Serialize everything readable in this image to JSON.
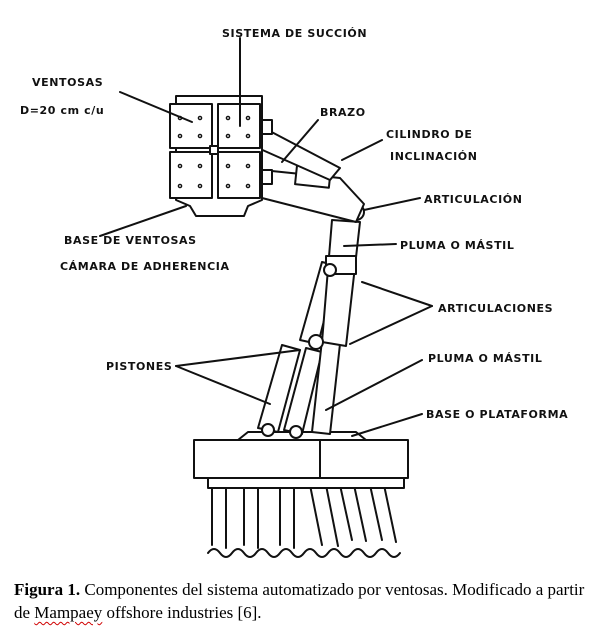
{
  "labels": {
    "suction_system": "SISTEMA DE SUCCIÓN",
    "suction_cups_line1": "VENTOSAS",
    "suction_cups_line2": "D=20 cm c/u",
    "arm": "BRAZO",
    "tilt_cylinder_line1": "CILINDRO DE",
    "tilt_cylinder_line2": "INCLINACIÓN",
    "joint": "ARTICULACIÓN",
    "boom_upper": "PLUMA O MÁSTIL",
    "joints": "ARTICULACIONES",
    "pistons": "PISTONES",
    "boom_lower": "PLUMA O MÁSTIL",
    "cups_base_line1": "BASE DE VENTOSAS",
    "cups_base_line2": "CÁMARA DE ADHERENCIA",
    "platform": "BASE O PLATAFORMA"
  },
  "caption": {
    "figure_label": "Figura 1.",
    "text_before": " Componentes del sistema automatizado por ventosas. Modificado a partir de ",
    "underlined": "Mampaey",
    "text_after": " offshore industries [6]."
  }
}
